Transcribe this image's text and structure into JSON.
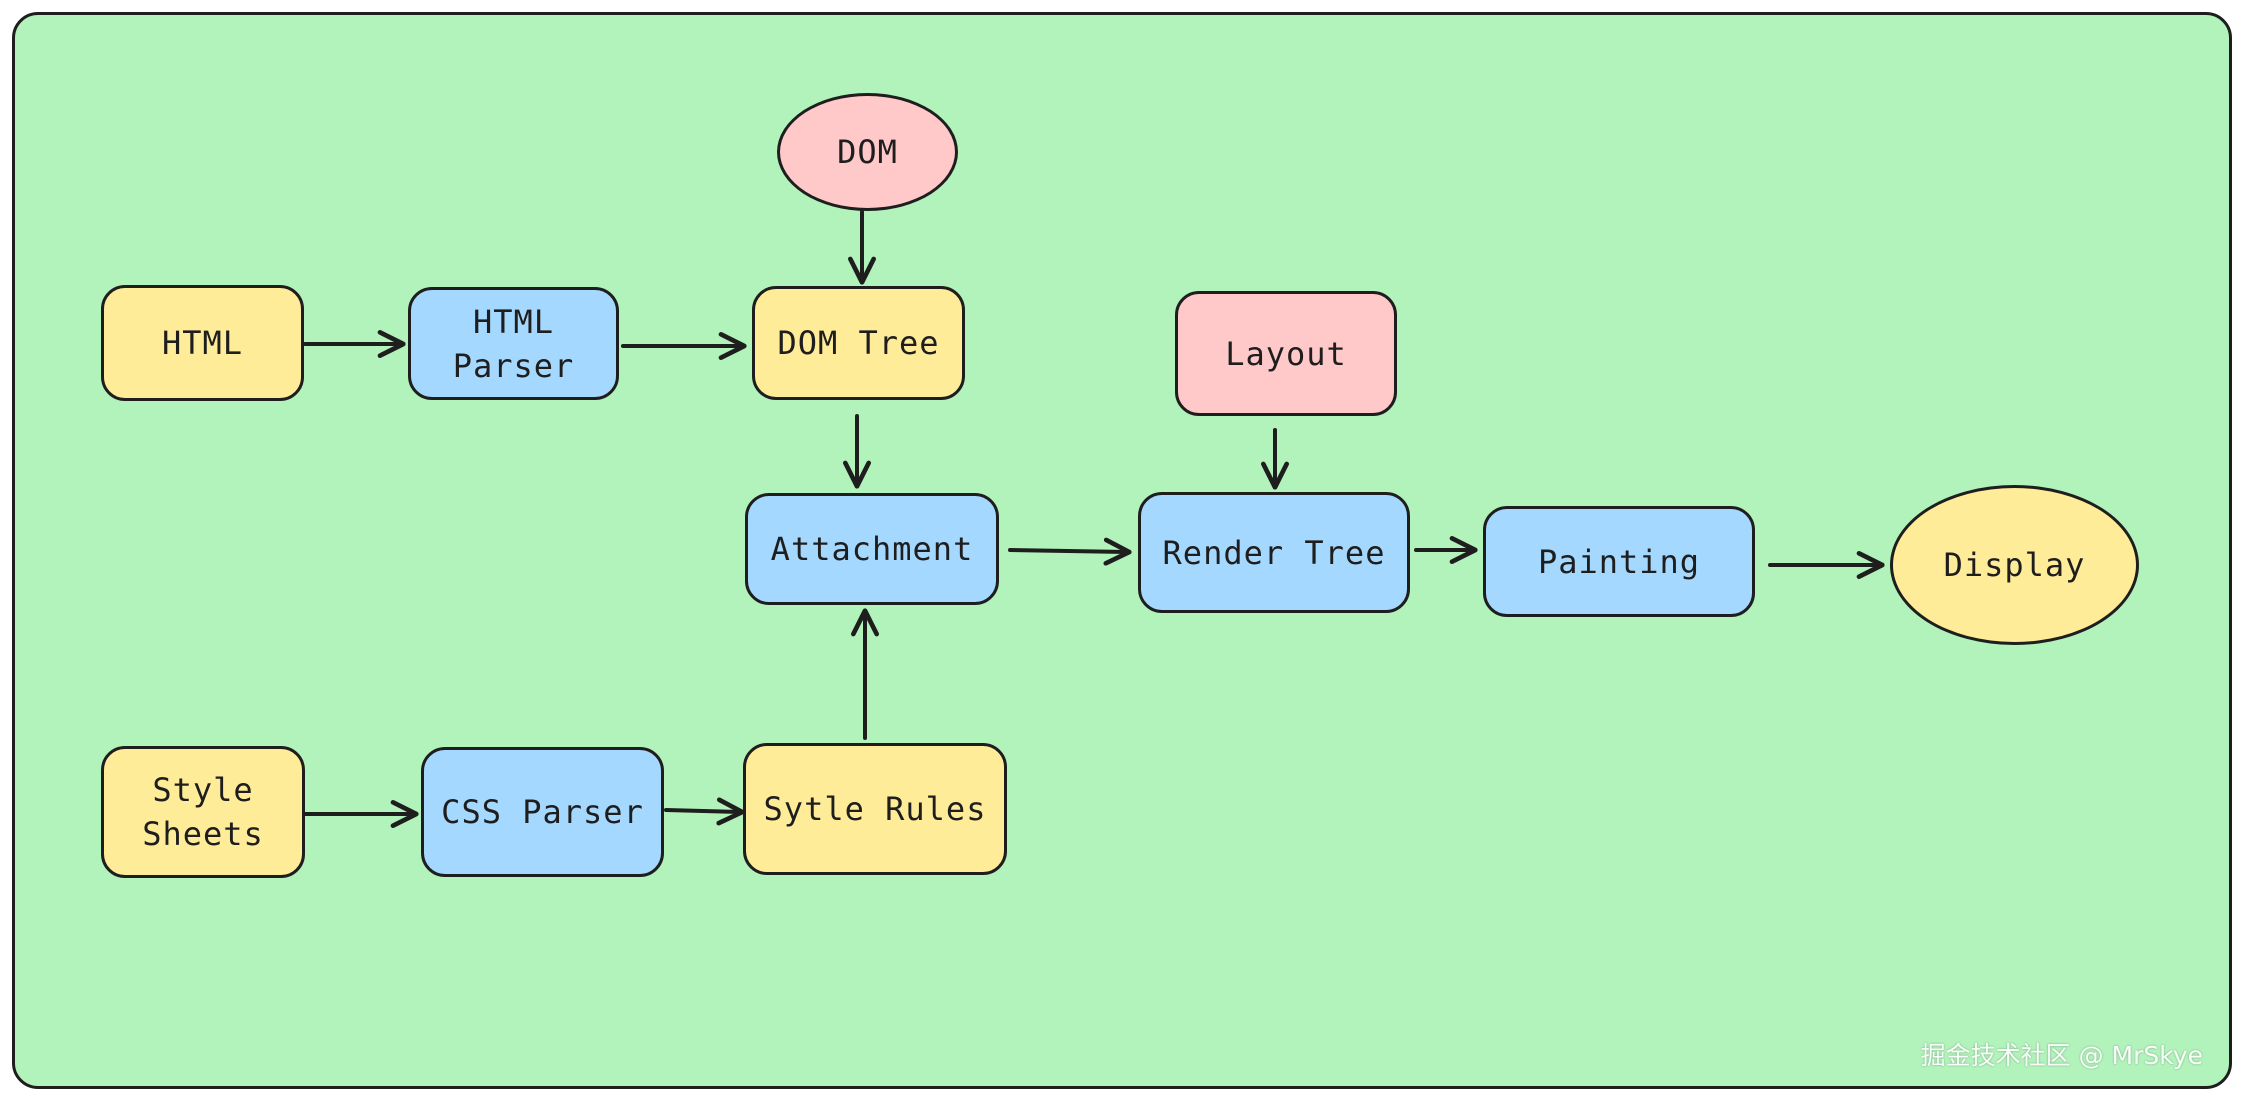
{
  "nodes": {
    "html": "HTML",
    "html_parser": "HTML\nParser",
    "dom": "DOM",
    "dom_tree": "DOM Tree",
    "layout": "Layout",
    "attachment": "Attachment",
    "render_tree": "Render Tree",
    "painting": "Painting",
    "display": "Display",
    "style_sheets": "Style\nSheets",
    "css_parser": "CSS Parser",
    "style_rules": "Sytle Rules"
  },
  "edges": [
    {
      "from": "html",
      "to": "html_parser"
    },
    {
      "from": "html_parser",
      "to": "dom_tree"
    },
    {
      "from": "dom",
      "to": "dom_tree"
    },
    {
      "from": "dom_tree",
      "to": "attachment"
    },
    {
      "from": "style_sheets",
      "to": "css_parser"
    },
    {
      "from": "css_parser",
      "to": "style_rules"
    },
    {
      "from": "style_rules",
      "to": "attachment"
    },
    {
      "from": "attachment",
      "to": "render_tree"
    },
    {
      "from": "layout",
      "to": "render_tree"
    },
    {
      "from": "render_tree",
      "to": "painting"
    },
    {
      "from": "painting",
      "to": "display"
    }
  ],
  "colors": {
    "background": "#b2f2bb",
    "yellow": "#ffec99",
    "blue": "#a5d8ff",
    "pink": "#ffc9c9",
    "stroke": "#1e1e1e"
  },
  "watermark": "掘金技术社区 @ MrSkye"
}
